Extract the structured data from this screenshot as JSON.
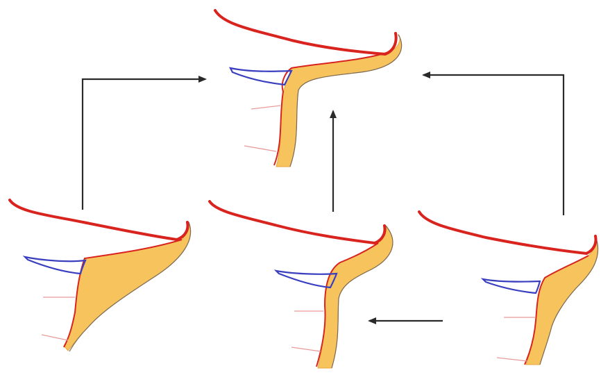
{
  "colors": {
    "background": "#ffffff",
    "outline_red": "#d9231e",
    "fill_tan": "#f6c35d",
    "fill_edge": "#e8a53c",
    "blue_outline": "#3a3fbf",
    "pink_line": "#e99a9a",
    "arrow": "#2a2a2a"
  },
  "panels": [
    {
      "name": "profile-top",
      "stage": "final"
    },
    {
      "name": "profile-left",
      "stage": "wide-fill"
    },
    {
      "name": "profile-middle",
      "stage": "thin-fill"
    },
    {
      "name": "profile-right",
      "stage": "medium-fill"
    }
  ],
  "arrows": [
    {
      "name": "arrow-left-to-top",
      "from": "profile-left",
      "to": "profile-top"
    },
    {
      "name": "arrow-middle-to-top",
      "from": "profile-middle",
      "to": "profile-top"
    },
    {
      "name": "arrow-right-to-top",
      "from": "profile-right",
      "to": "profile-top"
    },
    {
      "name": "arrow-right-to-middle",
      "from": "profile-right",
      "to": "profile-middle"
    }
  ]
}
